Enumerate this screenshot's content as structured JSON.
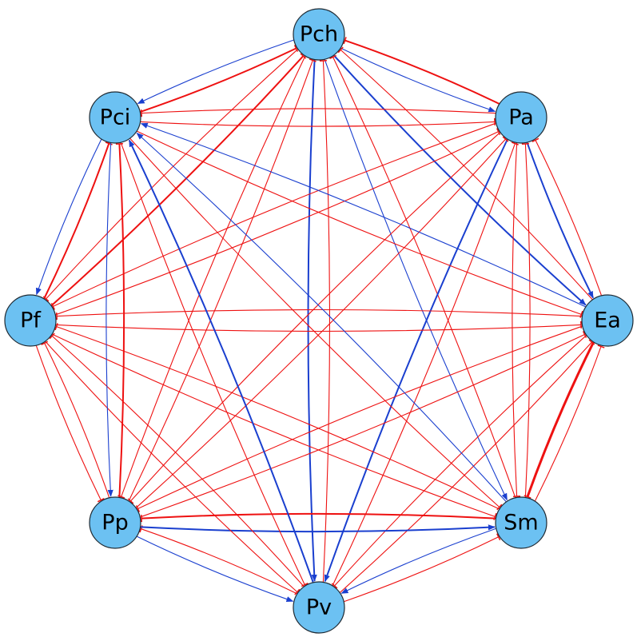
{
  "colors": {
    "activation": "#1a3fcf",
    "inhibition": "#ee1111",
    "node_fill": "#6cc1f2"
  },
  "nodes": [
    {
      "id": "Pch",
      "label": "Pch"
    },
    {
      "id": "Pa",
      "label": "Pa"
    },
    {
      "id": "Ea",
      "label": "Ea"
    },
    {
      "id": "Sm",
      "label": "Sm"
    },
    {
      "id": "Pv",
      "label": "Pv"
    },
    {
      "id": "Pp",
      "label": "Pp"
    },
    {
      "id": "Pf",
      "label": "Pf"
    },
    {
      "id": "Pci",
      "label": "Pci"
    }
  ],
  "edges": [
    {
      "from": "Pch",
      "to": "Pa",
      "type": "activation",
      "weight": 1
    },
    {
      "from": "Pa",
      "to": "Pch",
      "type": "inhibition",
      "weight": 2
    },
    {
      "from": "Pa",
      "to": "Ea",
      "type": "activation",
      "weight": 2
    },
    {
      "from": "Ea",
      "to": "Pa",
      "type": "inhibition",
      "weight": 1
    },
    {
      "from": "Pch",
      "to": "Pci",
      "type": "activation",
      "weight": 1
    },
    {
      "from": "Pci",
      "to": "Pch",
      "type": "inhibition",
      "weight": 2
    },
    {
      "from": "Pci",
      "to": "Pf",
      "type": "activation",
      "weight": 1
    },
    {
      "from": "Pf",
      "to": "Pci",
      "type": "inhibition",
      "weight": 2
    },
    {
      "from": "Pf",
      "to": "Pp",
      "type": "inhibition",
      "weight": 1
    },
    {
      "from": "Pp",
      "to": "Pf",
      "type": "inhibition",
      "weight": 1
    },
    {
      "from": "Pp",
      "to": "Pv",
      "type": "activation",
      "weight": 1
    },
    {
      "from": "Pv",
      "to": "Pp",
      "type": "inhibition",
      "weight": 1
    },
    {
      "from": "Pv",
      "to": "Sm",
      "type": "inhibition",
      "weight": 1
    },
    {
      "from": "Sm",
      "to": "Pv",
      "type": "activation",
      "weight": 1
    },
    {
      "from": "Ea",
      "to": "Sm",
      "type": "inhibition",
      "weight": 3
    },
    {
      "from": "Sm",
      "to": "Ea",
      "type": "inhibition",
      "weight": 1
    },
    {
      "from": "Pch",
      "to": "Ea",
      "type": "activation",
      "weight": 2
    },
    {
      "from": "Ea",
      "to": "Pch",
      "type": "inhibition",
      "weight": 1
    },
    {
      "from": "Pch",
      "to": "Sm",
      "type": "activation",
      "weight": 1
    },
    {
      "from": "Sm",
      "to": "Pch",
      "type": "inhibition",
      "weight": 1
    },
    {
      "from": "Pch",
      "to": "Pv",
      "type": "activation",
      "weight": 2
    },
    {
      "from": "Pv",
      "to": "Pch",
      "type": "inhibition",
      "weight": 1
    },
    {
      "from": "Pch",
      "to": "Pp",
      "type": "inhibition",
      "weight": 1
    },
    {
      "from": "Pp",
      "to": "Pch",
      "type": "inhibition",
      "weight": 1
    },
    {
      "from": "Pch",
      "to": "Pf",
      "type": "inhibition",
      "weight": 1
    },
    {
      "from": "Pf",
      "to": "Pch",
      "type": "inhibition",
      "weight": 2
    },
    {
      "from": "Pa",
      "to": "Pci",
      "type": "inhibition",
      "weight": 1
    },
    {
      "from": "Pci",
      "to": "Pa",
      "type": "inhibition",
      "weight": 1
    },
    {
      "from": "Pa",
      "to": "Sm",
      "type": "inhibition",
      "weight": 1
    },
    {
      "from": "Sm",
      "to": "Pa",
      "type": "inhibition",
      "weight": 1
    },
    {
      "from": "Pa",
      "to": "Pv",
      "type": "activation",
      "weight": 2
    },
    {
      "from": "Pv",
      "to": "Pa",
      "type": "inhibition",
      "weight": 1
    },
    {
      "from": "Pa",
      "to": "Pp",
      "type": "inhibition",
      "weight": 1
    },
    {
      "from": "Pp",
      "to": "Pa",
      "type": "inhibition",
      "weight": 1
    },
    {
      "from": "Pa",
      "to": "Pf",
      "type": "inhibition",
      "weight": 1
    },
    {
      "from": "Pf",
      "to": "Pa",
      "type": "inhibition",
      "weight": 1
    },
    {
      "from": "Ea",
      "to": "Pci",
      "type": "activation",
      "weight": 1
    },
    {
      "from": "Pci",
      "to": "Ea",
      "type": "inhibition",
      "weight": 1
    },
    {
      "from": "Ea",
      "to": "Pv",
      "type": "inhibition",
      "weight": 1
    },
    {
      "from": "Pv",
      "to": "Ea",
      "type": "inhibition",
      "weight": 1
    },
    {
      "from": "Ea",
      "to": "Pp",
      "type": "inhibition",
      "weight": 1
    },
    {
      "from": "Pp",
      "to": "Ea",
      "type": "inhibition",
      "weight": 1
    },
    {
      "from": "Ea",
      "to": "Pf",
      "type": "inhibition",
      "weight": 1
    },
    {
      "from": "Pf",
      "to": "Ea",
      "type": "inhibition",
      "weight": 1
    },
    {
      "from": "Sm",
      "to": "Pci",
      "type": "activation",
      "weight": 1
    },
    {
      "from": "Pci",
      "to": "Sm",
      "type": "inhibition",
      "weight": 1
    },
    {
      "from": "Sm",
      "to": "Pp",
      "type": "inhibition",
      "weight": 2
    },
    {
      "from": "Pp",
      "to": "Sm",
      "type": "activation",
      "weight": 2
    },
    {
      "from": "Sm",
      "to": "Pf",
      "type": "inhibition",
      "weight": 1
    },
    {
      "from": "Pf",
      "to": "Sm",
      "type": "inhibition",
      "weight": 1
    },
    {
      "from": "Pv",
      "to": "Pci",
      "type": "activation",
      "weight": 2
    },
    {
      "from": "Pci",
      "to": "Pv",
      "type": "inhibition",
      "weight": 1
    },
    {
      "from": "Pv",
      "to": "Pf",
      "type": "inhibition",
      "weight": 1
    },
    {
      "from": "Pf",
      "to": "Pv",
      "type": "inhibition",
      "weight": 1
    },
    {
      "from": "Pp",
      "to": "Pci",
      "type": "inhibition",
      "weight": 2
    },
    {
      "from": "Pci",
      "to": "Pp",
      "type": "activation",
      "weight": 1
    }
  ]
}
